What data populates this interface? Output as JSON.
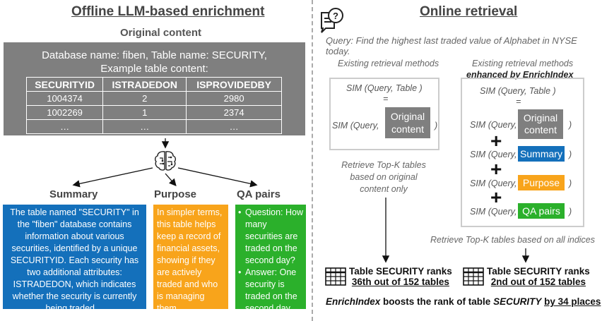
{
  "left": {
    "title": "Offline LLM-based enrichment",
    "original_content_label": "Original content",
    "db_line1": "Database name: fiben, Table name: SECURITY,",
    "db_line2": "Example table content:",
    "table": {
      "headers": [
        "SECURITYID",
        "ISTRADEDON",
        "ISPROVIDEDBY"
      ],
      "rows": [
        [
          "1004374",
          "2",
          "2980"
        ],
        [
          "1002269",
          "1",
          "2374"
        ],
        [
          "…",
          "…",
          "…"
        ]
      ]
    },
    "summary_label": "Summary",
    "purpose_label": "Purpose",
    "qa_label": "QA pairs",
    "summary_text": "The table named \"SECURITY\" in the \"fiben\" database contains information about various securities, identified by a unique SECURITYID. Each security has two additional attributes: ISTRADEDON, which indicates whether the security is currently being traded…",
    "purpose_text": "In simpler terms, this table helps keep a record of financial assets, showing if they are actively traded and who is managing them…",
    "qa_question": "Question: How many securities are traded on the second day?",
    "qa_answer": "Answer: One security is traded on the second day…"
  },
  "right": {
    "title": "Online retrieval",
    "query": "Query: Find the highest last traded value of Alphabet in NYSE today.",
    "existing_label": "Existing retrieval methods",
    "enhanced_label_1": "Existing retrieval methods",
    "enhanced_label_2": "enhanced by EnrichIndex",
    "sim_query_table": "SIM (Query, Table )",
    "equals": "=",
    "sim_query": "SIM (Query,",
    "close_paren": ")",
    "original_content": "Original content",
    "summary": "Summary",
    "purpose": "Purpose",
    "qa_pairs": "QA pairs",
    "retrieve_original": "Retrieve Top-K tables based on original content only",
    "retrieve_all": "Retrieve Top-K tables based on all indices",
    "rank_left_1": "Table SECURITY ranks",
    "rank_left_2": "36th out of 152 tables",
    "rank_right_1": "Table SECURITY ranks",
    "rank_right_2": "2nd out of 152 tables",
    "boost_name": "EnrichIndex",
    "boost_mid": " boosts the rank of table ",
    "boost_table": "SECURITY",
    "boost_end": "by 34 places",
    "up_icon": "up-arrow-icon"
  },
  "colors": {
    "blue": "#1470bb",
    "orange": "#f8a41b",
    "green": "#2bb02b",
    "gray": "#7f7f7f"
  }
}
